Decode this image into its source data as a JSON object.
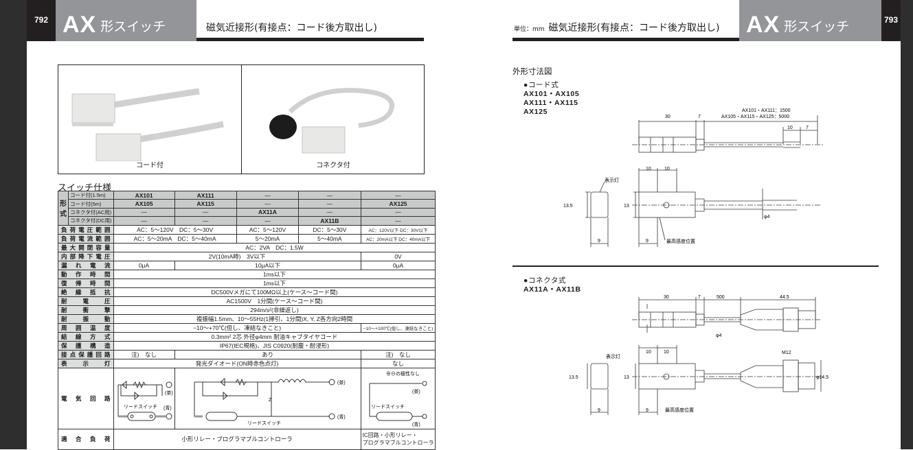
{
  "left_page": {
    "page_number": "792",
    "series": "AX",
    "title_jp": "形スイッチ",
    "subtitle": "磁気近接形(有接点：コード後方取出し)",
    "photos": [
      {
        "caption": "コード付"
      },
      {
        "caption": "コネクタ付"
      }
    ],
    "spec_section_title": "スイッチ仕様",
    "spec_table": {
      "model_group_label": [
        "形",
        "式"
      ],
      "model_rows": [
        {
          "label": "コード付(1.5m)",
          "values": [
            "AX101",
            "AX111",
            "—",
            "—",
            "—"
          ]
        },
        {
          "label": "コード付(5m)",
          "values": [
            "AX105",
            "AX115",
            "—",
            "—",
            "AX125"
          ]
        },
        {
          "label": "コネクタ付(AC用)",
          "values": [
            "—",
            "—",
            "AX11A",
            "—",
            "—"
          ]
        },
        {
          "label": "コネクタ付(DC用)",
          "values": [
            "—",
            "—",
            "—",
            "AX11B",
            "—"
          ]
        }
      ],
      "rows": {
        "load_voltage": {
          "label": "負荷電圧範囲",
          "v1": "AC：5～120V　DC：5～30V",
          "v2": "AC：5～120V",
          "v3": "DC：5～30V",
          "v4": "AC：120V以下 DC：30V以下"
        },
        "load_current": {
          "label": "負荷電流範囲",
          "v1": "AC：5～20mA　DC：5～40mA",
          "v2": "5～20mA",
          "v3": "5～40mA",
          "v4": "AC：20mA以下 DC：40mA以下"
        },
        "max_capacity": {
          "label": "最大開閉容量",
          "v1": "AC：2VA　DC：1.5W"
        },
        "voltage_drop": {
          "label": "内部降下電圧",
          "v1": "2V(10mA時)　3V以下",
          "v2": "0V"
        },
        "leak_current": {
          "label": "漏れ電流",
          "v1": "0μA",
          "v2": "10μA以下",
          "v3": "0μA"
        },
        "operate_time": {
          "label": "動作時間",
          "v1": "1ms以下"
        },
        "release_time": {
          "label": "復帰時間",
          "v1": "1ms以下"
        },
        "insulation": {
          "label": "絶縁抵抗",
          "v1": "DC500Vメガにて100MΩ以上(ケース～コード間)"
        },
        "withstand_voltage": {
          "label": "耐電圧",
          "v1": "AC1500V　1分間(ケース～コード間)"
        },
        "shock": {
          "label": "耐衝撃",
          "v1": "294m/s²(非繰返し)"
        },
        "vibration": {
          "label": "耐振動",
          "v1": "複振幅1.5mm、10～55Hz(1掃引、1分間)X, Y, Z各方向2時間"
        },
        "ambient_temp": {
          "label": "周囲温度",
          "v1": "−10～+70℃(但し、凍結なきこと)",
          "v2": "−10～+100℃(但し、凍結なきこと)"
        },
        "wiring": {
          "label": "結線方式",
          "v1": "0.3mm² 2芯 外径φ4mm 耐油キャブタイヤコード"
        },
        "protection": {
          "label": "保護構造",
          "v1": "IP67(IEC規格)、JIS C0920(耐塵・耐浸形)"
        },
        "contact_protection": {
          "label": "接点保護回路",
          "v1": "注)　なし",
          "v2": "あり",
          "v3": "注)　なし"
        },
        "indicator": {
          "label": "表示灯",
          "v1": "発光ダイオード(ON時赤色点灯)",
          "v2": "なし"
        },
        "circuit": {
          "label": "電気回路",
          "plus_brown": "⊕",
          "brown": "(茶)",
          "blue": "(青)",
          "reed_switch": "リードスイッチ",
          "no_polarity": "⊕⊖の極性なし",
          "zener": "Z"
        },
        "load": {
          "label": "適合負荷",
          "v1": "小形リレー・プログラマブルコントローラ",
          "v2a": "IC回路・小形リレー・",
          "v2b": "プログラマブルコントローラ"
        }
      }
    }
  },
  "right_page": {
    "page_number": "793",
    "series": "AX",
    "title_jp": "形スイッチ",
    "unit": "単位：mm",
    "subtitle": "磁気近接形(有接点：コード後方取出し)",
    "dimension_title": "外形寸法図",
    "cord_type": {
      "heading": "●コード式",
      "models": [
        "AX101・AX105",
        "AX111・AX115",
        "AX125"
      ],
      "dims": {
        "body": "30",
        "boot": "7",
        "len1": "AX101・AX111：1500",
        "len2": "AX105・AX115・AX125：5000",
        "strip1": "10",
        "strip2": "7",
        "w1": "10",
        "w2": "10",
        "h_side": "13.5",
        "h_front": "13",
        "d_side": "9",
        "d_front": "9",
        "cord_dia": "φ4",
        "indicator": "表示灯",
        "sens": "最高感度位置"
      }
    },
    "connector_type": {
      "heading": "●コネクタ式",
      "models": [
        "AX11A・AX11B"
      ],
      "dims": {
        "body": "30",
        "boot": "7",
        "cord": "500",
        "conn": "44.5",
        "cord_dia": "φ4",
        "w1": "10",
        "w2": "10",
        "h_side": "13.5",
        "h_front": "13",
        "d_side": "9",
        "d_front": "9",
        "thread": "M12",
        "conn_dia": "φ14.5",
        "indicator": "表示灯",
        "sens": "最高感度位置"
      }
    }
  }
}
